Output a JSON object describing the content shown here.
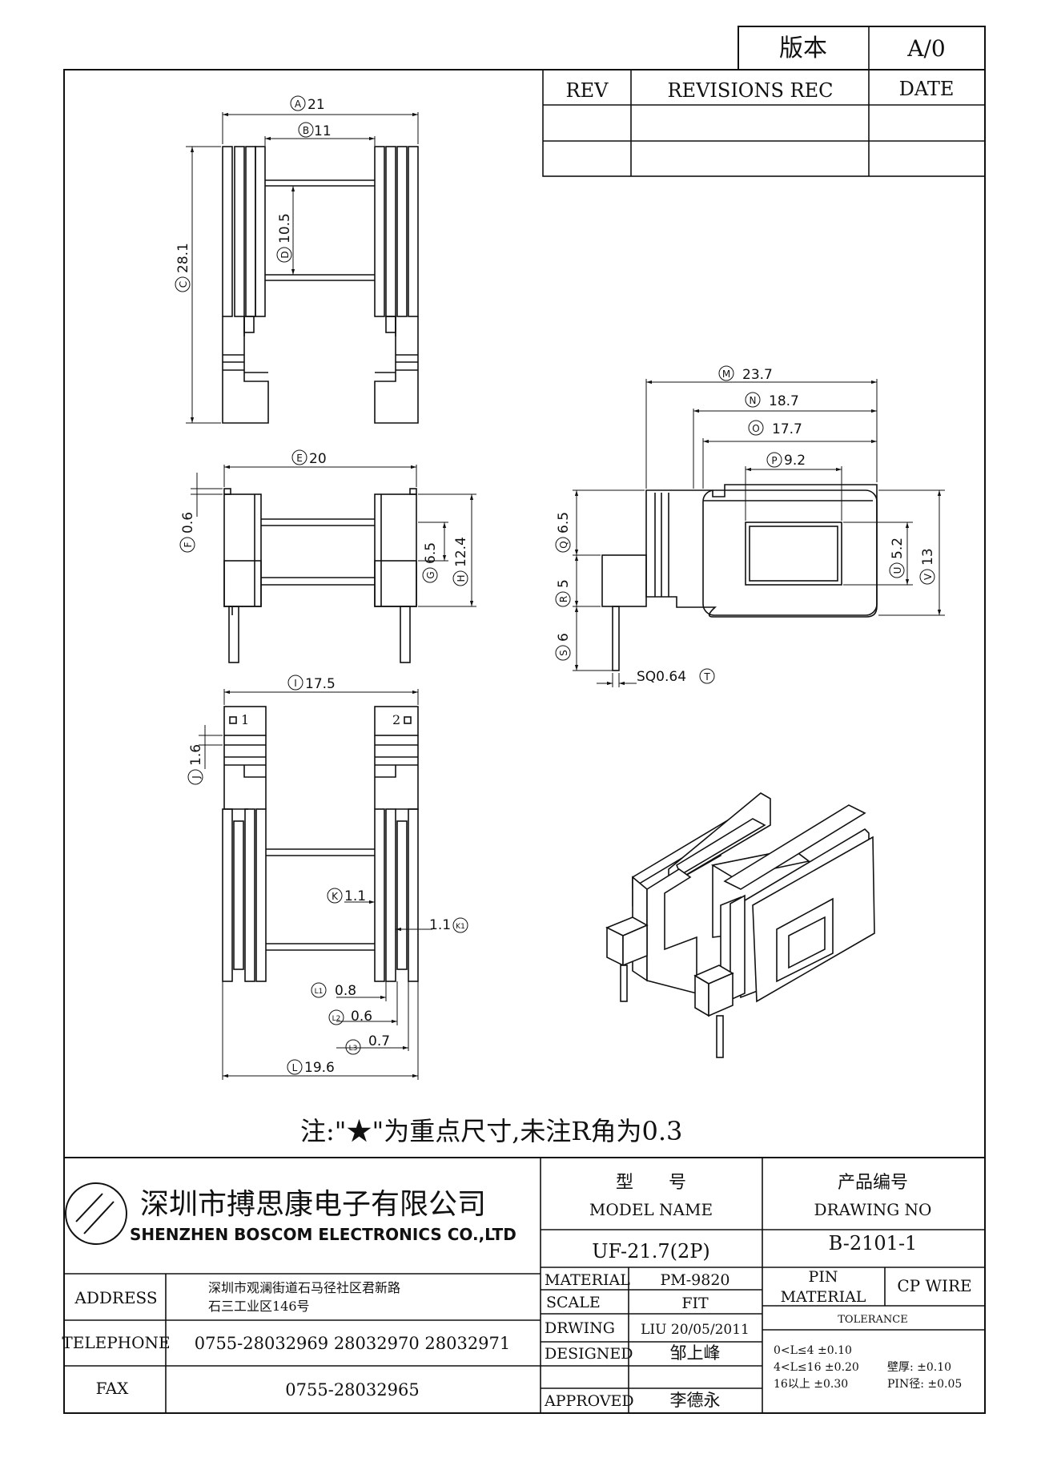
{
  "revision_box": {
    "version_label": "版本",
    "version_value": "A/0"
  },
  "rev_table": {
    "headers": [
      "REV",
      "REVISIONS REC",
      "DATE"
    ]
  },
  "dimensions": {
    "A": "21",
    "B": "11",
    "C": "28.1",
    "D": "10.5",
    "E": "20",
    "F": "0.6",
    "G": "6.5",
    "H": "12.4",
    "I": "17.5",
    "J": "1.6",
    "K": "1.1",
    "K1": "1.1",
    "L1": "0.8",
    "L2": "0.6",
    "L3": "0.7",
    "L": "19.6",
    "M": "23.7",
    "N": "18.7",
    "O": "17.7",
    "P": "9.2",
    "Q": "6.5",
    "R": "5",
    "S": "6",
    "T": "SQ0.64",
    "U": "5.2",
    "V": "13"
  },
  "bubbles": {
    "A": "A",
    "B": "B",
    "C": "C",
    "D": "D",
    "E": "E",
    "F": "F",
    "G": "G",
    "H": "H",
    "I": "I",
    "J": "J",
    "K": "K",
    "K1": "K1",
    "L1": "L1",
    "L2": "L2",
    "L3": "L3",
    "L": "L",
    "M": "M",
    "N": "N",
    "O": "O",
    "P": "P",
    "Q": "Q",
    "R": "R",
    "S": "S",
    "T": "T",
    "U": "U",
    "V": "V"
  },
  "pins": {
    "pin1": "1",
    "pin2": "2"
  },
  "note": "注:\"★\"为重点尺寸,未注R角为0.3",
  "company": {
    "name_cn": "深圳市搏思康电子有限公司",
    "name_en": "SHENZHEN BOSCOM ELECTRONICS CO.,LTD"
  },
  "model": {
    "label_cn": "型　　号",
    "label_en": "MODEL NAME",
    "value": "UF-21.7(2P)"
  },
  "drawing_no": {
    "label_cn": "产品编号",
    "label_en": "DRAWING NO",
    "value": "B-2101-1"
  },
  "contact": {
    "address_label": "ADDRESS",
    "address_line1": "深圳市观澜街道石马径社区君新路",
    "address_line2": "石三工业区146号",
    "telephone_label": "TELEPHONE",
    "telephone": "0755-28032969 28032970 28032971",
    "fax_label": "FAX",
    "fax": "0755-28032965"
  },
  "info": {
    "material_label": "MATERIAL",
    "material": "PM-9820",
    "scale_label": "SCALE",
    "scale": "FIT",
    "drawing_label": "DRWING",
    "drawing": "LIU 20/05/2011",
    "designed_label": "DESIGNED",
    "designed": "邹上峰",
    "approved_label": "APPROVED",
    "approved": "李德永"
  },
  "pin_material": {
    "label_line1": "PIN",
    "label_line2": "MATERIAL",
    "value": "CP WIRE"
  },
  "tolerance": {
    "label": "TOLERANCE",
    "row1": "0<L≤4  ±0.10",
    "row2": "4<L≤16  ±0.20",
    "row2b": "壁厚:  ±0.10",
    "row3": "16以上    ±0.30",
    "row3b": "PIN径: ±0.05"
  }
}
